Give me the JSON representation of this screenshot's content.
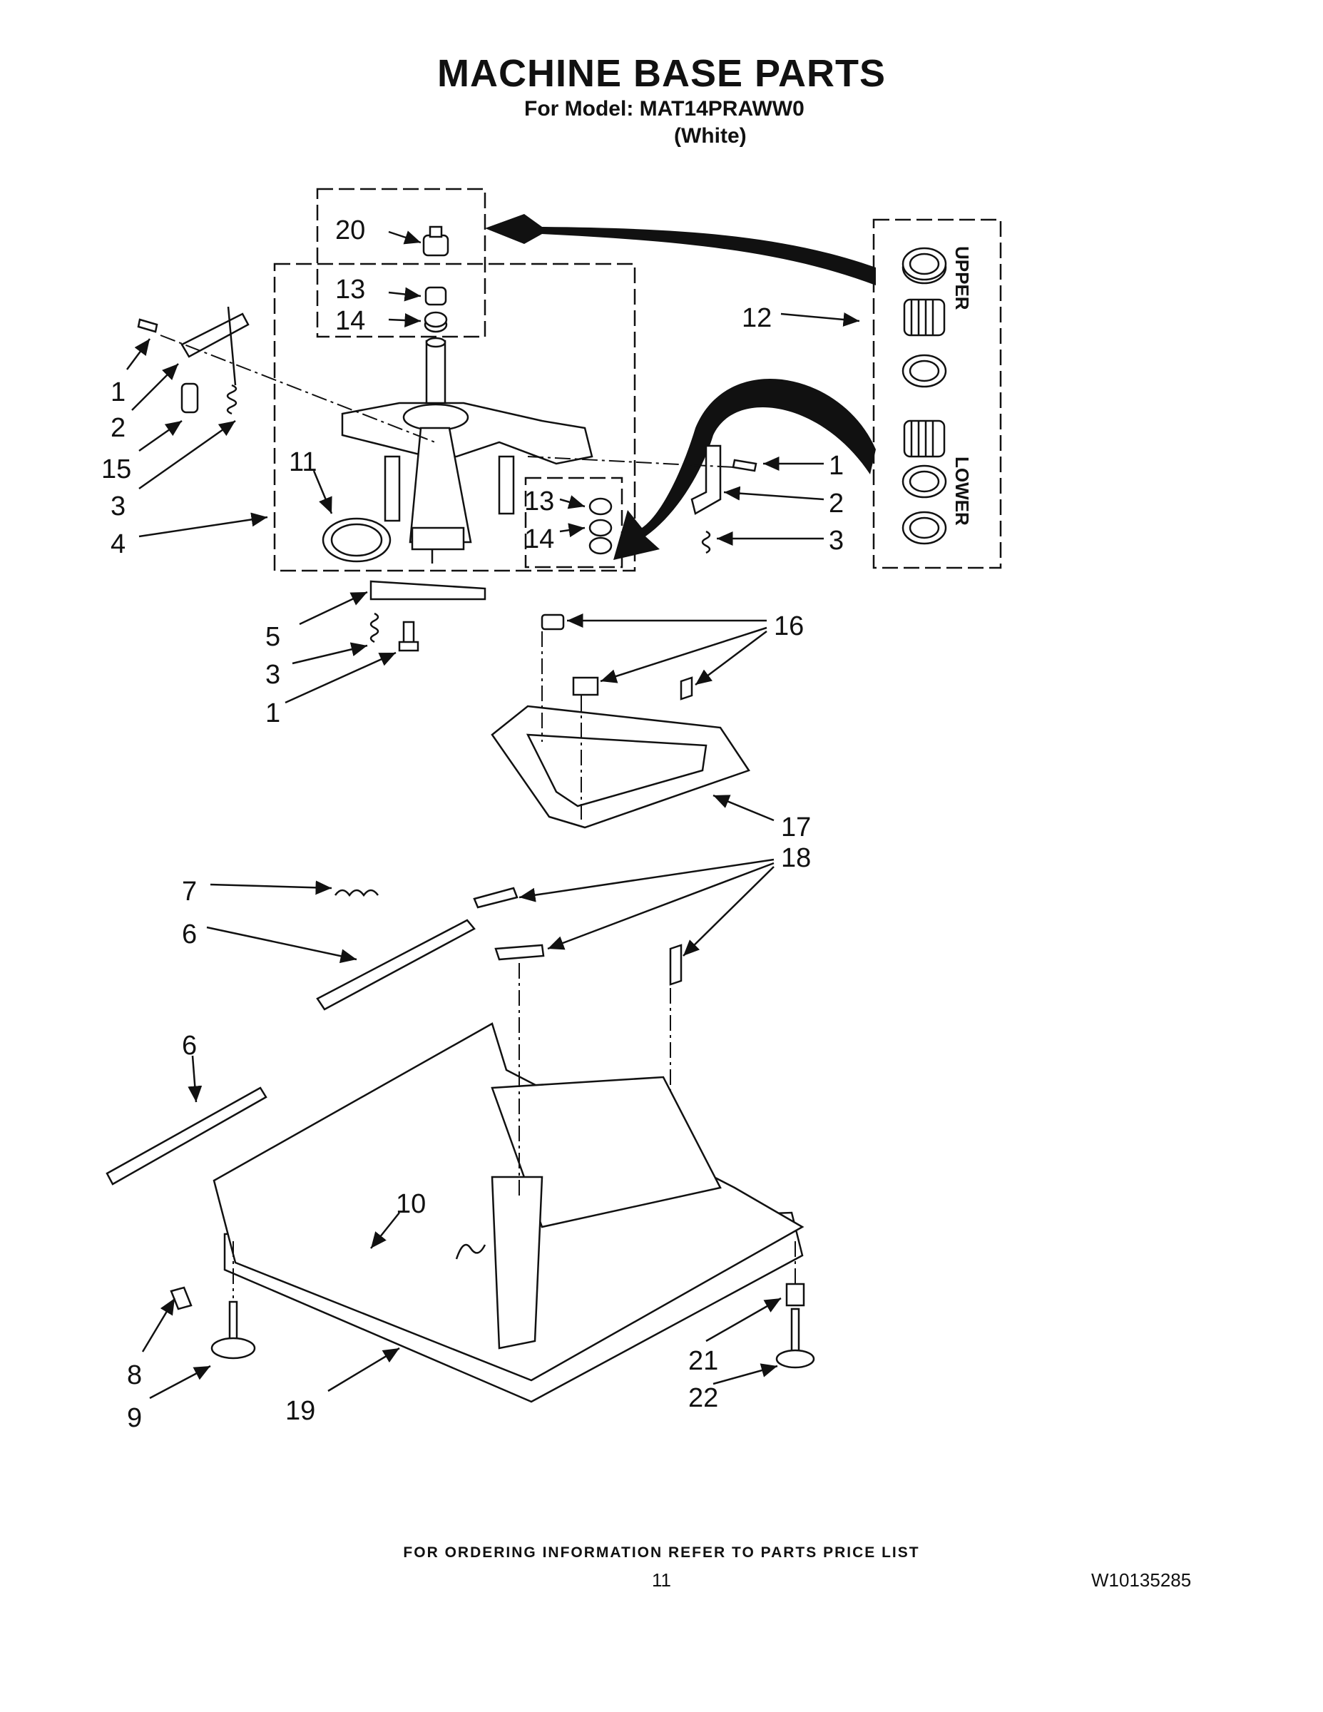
{
  "header": {
    "title": "MACHINE BASE PARTS",
    "model_line": "For Model: MAT14PRAWW0",
    "variant": "(White)"
  },
  "insets": {
    "upper_label": "UPPER",
    "lower_label": "LOWER"
  },
  "callouts": {
    "c20": "20",
    "c13a": "13",
    "c14a": "14",
    "c12": "12",
    "c1a": "1",
    "c2a": "2",
    "c15": "15",
    "c3a": "3",
    "c4": "4",
    "c11": "11",
    "c13b": "13",
    "c14b": "14",
    "c1b": "1",
    "c2b": "2",
    "c3b": "3",
    "c5": "5",
    "c3c": "3",
    "c1c": "1",
    "c16": "16",
    "c17": "17",
    "c18": "18",
    "c7": "7",
    "c6a": "6",
    "c6b": "6",
    "c10": "10",
    "c8": "8",
    "c9": "9",
    "c19": "19",
    "c21": "21",
    "c22": "22"
  },
  "footer": {
    "ordering_note": "FOR ORDERING INFORMATION REFER TO PARTS PRICE LIST",
    "page_number": "11",
    "doc_number": "W10135285"
  }
}
